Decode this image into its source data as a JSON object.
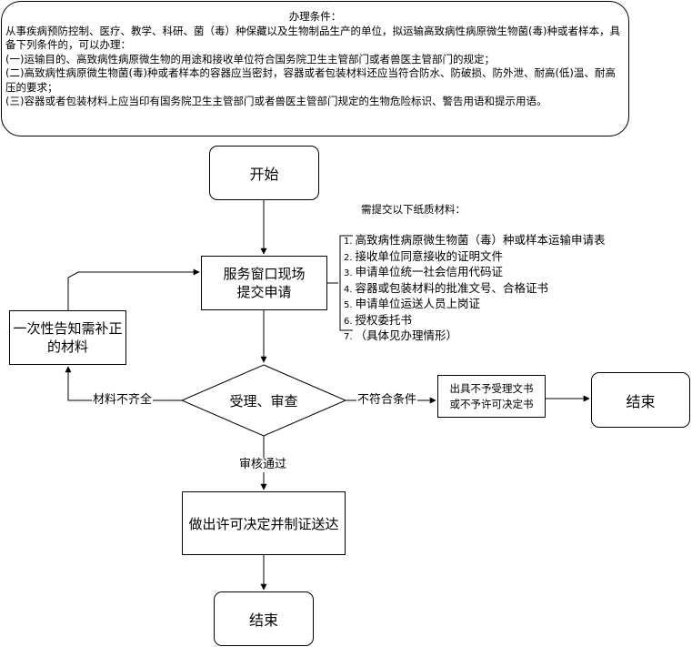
{
  "conditions": {
    "title": "办理条件：",
    "lines": [
      "从事疾病预防控制、医疗、教学、科研、菌（毒）种保藏以及生物制品生产的单位，拟运输高致病性病原微生物菌(毒)种或者样本，具备下列条件的，可以办理：",
      "(一)运输目的、高致病性病原微生物的用途和接收单位符合国务院卫生主管部门或者兽医主管部门的规定；",
      "(二)高致病性病原微生物菌(毒)种或者样本的容器应当密封，容器或者包装材料还应当符合防水、防破损、防外泄、耐高(低)温、耐高压的要求；",
      "(三)容器或者包装材料上应当印有国务院卫生主管部门或者兽医主管部门规定的生物危险标识、警告用语和提示用语。"
    ]
  },
  "nodes": {
    "start": "开始",
    "service_line1": "服务窗口现场",
    "service_line2": "提交申请",
    "supplement_line1": "一次性告知需补正",
    "supplement_line2": "的材料",
    "review": "受理、审查",
    "reject_line1": "出具不予受理文书",
    "reject_line2": "或不予许可决定书",
    "end_right": "结束",
    "decide": "做出许可决定并制证送达",
    "end_bottom": "结束"
  },
  "edges": {
    "incomplete": "材料不齐全",
    "nonconform": "不符合条件",
    "approved": "审核通过"
  },
  "materials": {
    "title": "需提交以下纸质材料：",
    "items": [
      {
        "num": "1.",
        "text": "高致病性病原微生物菌（毒）种或样本运输申请表"
      },
      {
        "num": "2.",
        "text": "接收单位同意接收的证明文件"
      },
      {
        "num": "3.",
        "text": "申请单位统一社会信用代码证"
      },
      {
        "num": "4.",
        "text": "容器或包装材料的批准文号、合格证书"
      },
      {
        "num": "5.",
        "text": "申请单位运送人员上岗证"
      },
      {
        "num": "6.",
        "text": "授权委托书"
      },
      {
        "num": "7.",
        "text": "（具体见办理情形）"
      }
    ]
  }
}
